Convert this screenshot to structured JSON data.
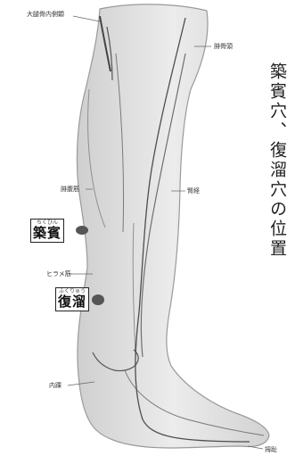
{
  "labels": {
    "top_left": "大腿骨内側顆",
    "top_right": "腓骨頭",
    "muscle_left": "腓腹筋",
    "meridian_right": "腎経",
    "soleus": "ヒラメ筋",
    "ankle": "内踝",
    "toe": "拇趾"
  },
  "points": [
    {
      "ruby": "ちくひん",
      "name": "築賓"
    },
    {
      "ruby": "ふくりゅう",
      "name": "復溜"
    }
  ],
  "side_text": "築賓穴、復溜穴の位置"
}
